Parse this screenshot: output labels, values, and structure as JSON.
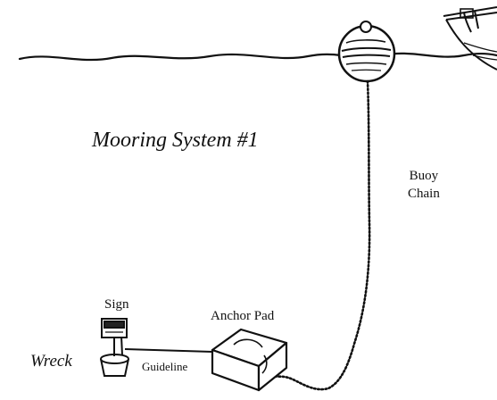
{
  "diagram": {
    "title": "Mooring System #1",
    "labels": {
      "buoy_chain_line1": "Buoy",
      "buoy_chain_line2": "Chain",
      "sign": "Sign",
      "anchor_pad": "Anchor Pad",
      "wreck": "Wreck",
      "guideline": "Guideline"
    }
  },
  "colors": {
    "ink": "#111111",
    "background": "#ffffff"
  },
  "icons": [
    "buoy-icon",
    "boat-icon",
    "anchor-pad-icon",
    "wreck-icon",
    "sign-icon"
  ]
}
